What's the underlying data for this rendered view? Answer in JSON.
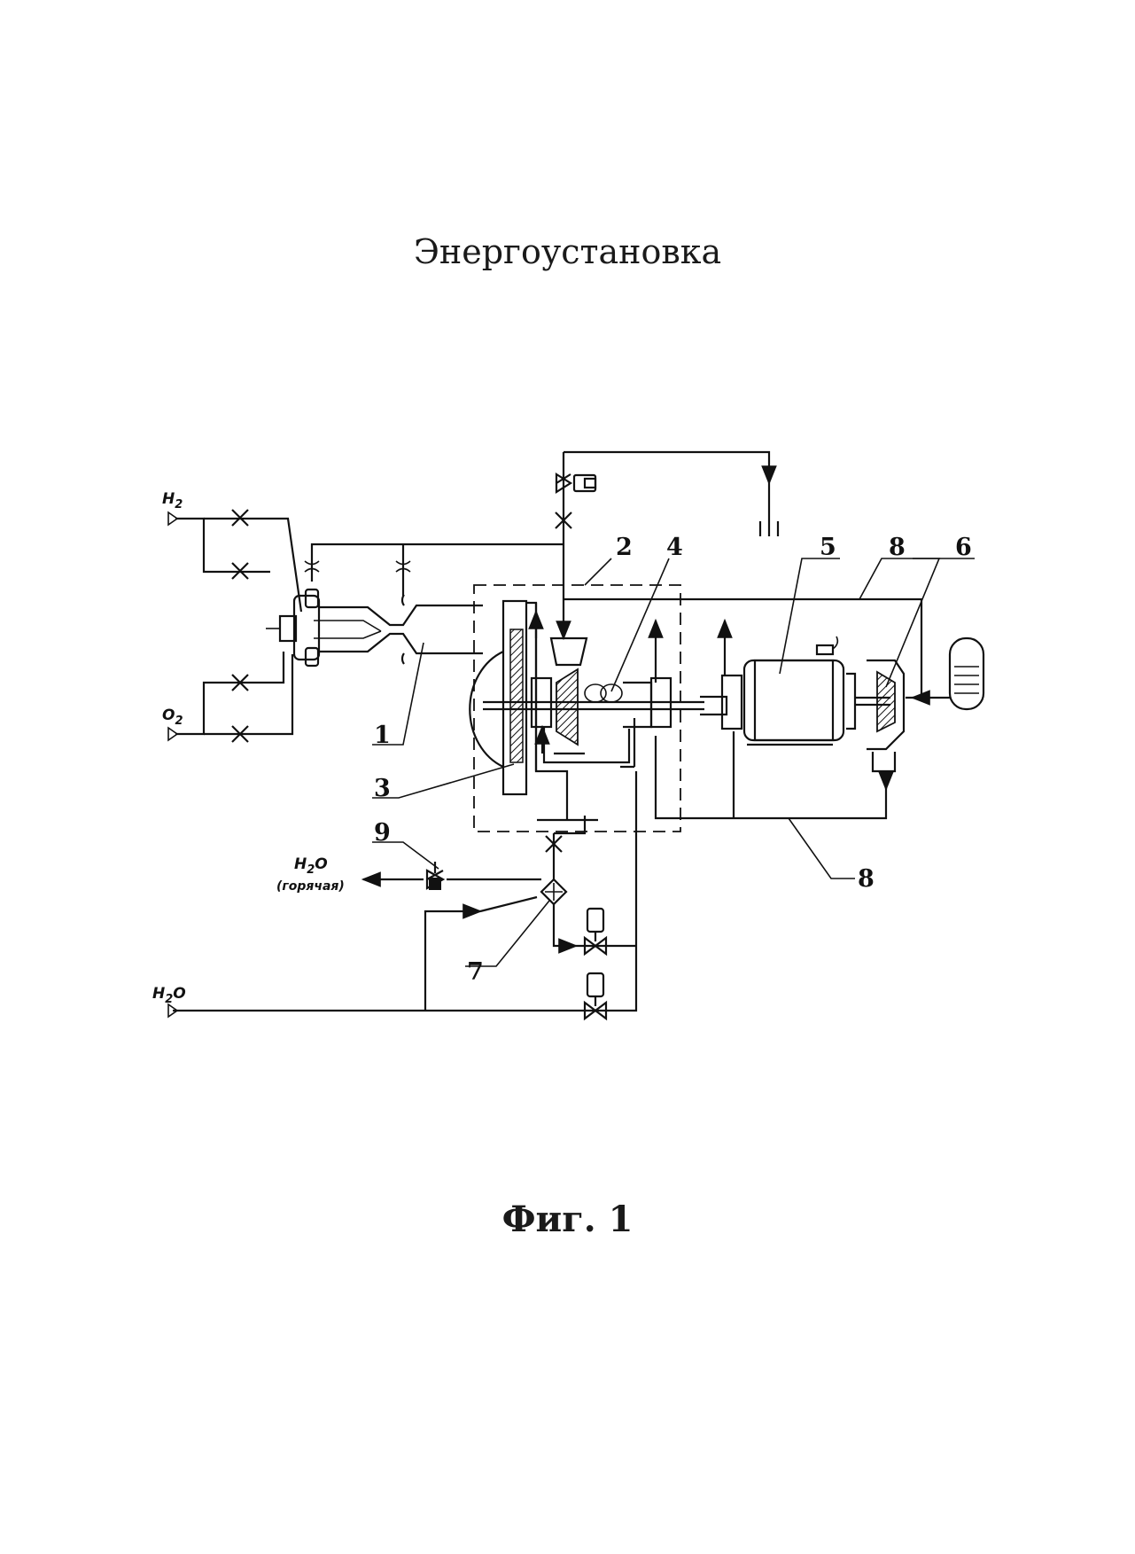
{
  "document": {
    "title": "Энергоустановка",
    "caption": "Фиг. 1"
  },
  "diagram": {
    "media_labels": {
      "h2": "H",
      "h2_sub": "2",
      "o2": "O",
      "o2_sub": "2",
      "water_in": "H",
      "water_in_sub": "2",
      "water_in_tail": "O",
      "hot_water": "H",
      "hot_water_sub": "2",
      "hot_water_tail": "O",
      "hot_water_note": "(горячая)"
    },
    "callouts": [
      "1",
      "2",
      "3",
      "4",
      "5",
      "6",
      "7",
      "8",
      "8",
      "9"
    ]
  }
}
